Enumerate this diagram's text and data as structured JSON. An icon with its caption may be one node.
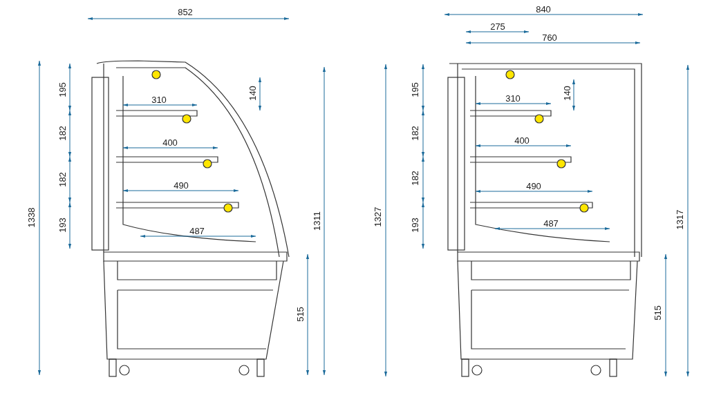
{
  "diagram": {
    "labels": [
      "852",
      "195",
      "140",
      "310",
      "182",
      "400",
      "182",
      "490",
      "193",
      "487",
      "1338",
      "1311",
      "515",
      "840",
      "275",
      "760",
      "195",
      "140",
      "310",
      "182",
      "400",
      "182",
      "490",
      "193",
      "487",
      "1327",
      "1317",
      "515"
    ]
  }
}
